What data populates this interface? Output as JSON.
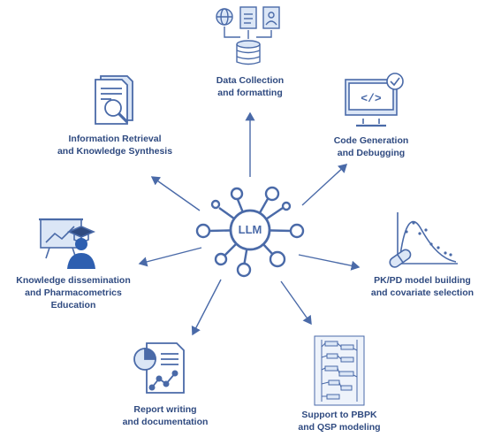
{
  "colors": {
    "primary": "#4a6aa8",
    "light_fill": "#dbe6f6",
    "label_text": "#2f4a80",
    "accent_blue": "#2e5fb0"
  },
  "hub": {
    "label": "LLM",
    "icon": "llm-network-icon"
  },
  "nodes": [
    {
      "id": "data-collection",
      "icon": "database-collection-icon",
      "lines": [
        "Data Collection",
        "and formatting"
      ]
    },
    {
      "id": "code-generation",
      "icon": "code-monitor-icon",
      "lines": [
        "Code Generation",
        "and Debugging"
      ]
    },
    {
      "id": "pkpd-model",
      "icon": "pk-curve-icon",
      "lines": [
        "PK/PD model building",
        "and covariate selection"
      ]
    },
    {
      "id": "pbpk-qsp",
      "icon": "pbpk-diagram-icon",
      "lines": [
        "Support to PBPK",
        "and QSP modeling"
      ]
    },
    {
      "id": "report-writing",
      "icon": "report-document-icon",
      "lines": [
        "Report writing",
        "and documentation"
      ]
    },
    {
      "id": "knowledge-dissemination",
      "icon": "education-presentation-icon",
      "lines": [
        "Knowledge dissemination",
        "and Pharmacometrics",
        "Education"
      ]
    },
    {
      "id": "information-retrieval",
      "icon": "document-search-icon",
      "lines": [
        "Information Retrieval",
        "and Knowledge Synthesis"
      ]
    }
  ]
}
